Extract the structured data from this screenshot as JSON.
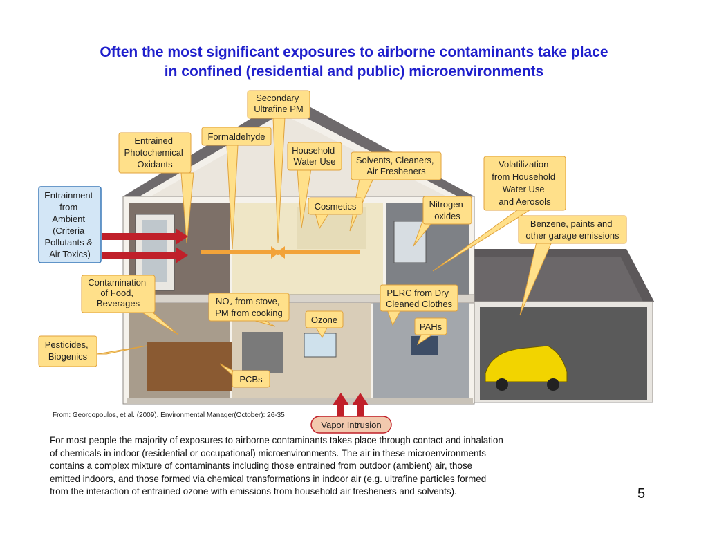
{
  "title": {
    "line1": "Often the most significant exposures to airborne contaminants take place",
    "line2": "in confined (residential and public) microenvironments"
  },
  "diagram": {
    "callouts": {
      "secondary_pm": [
        "Secondary",
        "Ultrafine PM"
      ],
      "entrained_photochem": [
        "Entrained",
        "Photochemical",
        "Oxidants"
      ],
      "formaldehyde": [
        "Formaldehyde"
      ],
      "household_water": [
        "Household",
        "Water Use"
      ],
      "solvents": [
        "Solvents, Cleaners,",
        "Air Fresheners"
      ],
      "volatilization": [
        "Volatilization",
        "from Household",
        "Water Use",
        "and Aerosols"
      ],
      "entrainment": [
        "Entrainment",
        "from",
        "Ambient",
        "(Criteria",
        "Pollutants &",
        "Air Toxics)"
      ],
      "cosmetics": [
        "Cosmetics"
      ],
      "nitrogen_oxides": [
        "Nitrogen",
        "oxides"
      ],
      "benzene": [
        "Benzene, paints and",
        "other garage emissions"
      ],
      "contamination_food": [
        "Contamination",
        "of Food,",
        "Beverages"
      ],
      "no2_stove": [
        "NO₂ from stove,",
        "PM from cooking"
      ],
      "perc": [
        "PERC from Dry",
        "Cleaned Clothes"
      ],
      "ozone": [
        "Ozone"
      ],
      "pahs": [
        "PAHs"
      ],
      "pesticides": [
        "Pesticides,",
        "Biogenics"
      ],
      "pcbs": [
        "PCBs"
      ],
      "vapor_intrusion": [
        "Vapor Intrusion"
      ]
    }
  },
  "citation": "From: Georgopoulos, et al. (2009). Environmental Manager(October): 26-35",
  "body": {
    "lines": [
      "For most people the majority of exposures to airborne contaminants takes place through contact and inhalation",
      "of chemicals in indoor (residential or occupational) microenvironments. The air in these microenvironments",
      "contains a complex mixture of contaminants including those entrained from outdoor (ambient) air, those",
      "emitted indoors, and those formed via chemical transformations in indoor air (e.g. ultrafine particles formed",
      "from the interaction of entrained ozone with emissions from household air fresheners and solvents)."
    ]
  },
  "page_number": "5",
  "colors": {
    "title": "#1f1fcc",
    "callout_fill": "#ffe08a",
    "callout_stroke": "#e0a23c",
    "blue_callout_fill": "#d3e6f6",
    "blue_callout_stroke": "#3a78b8",
    "arrow_red": "#c0202a",
    "roof": "#6e6a6c",
    "wall": "#f5f2ec"
  }
}
